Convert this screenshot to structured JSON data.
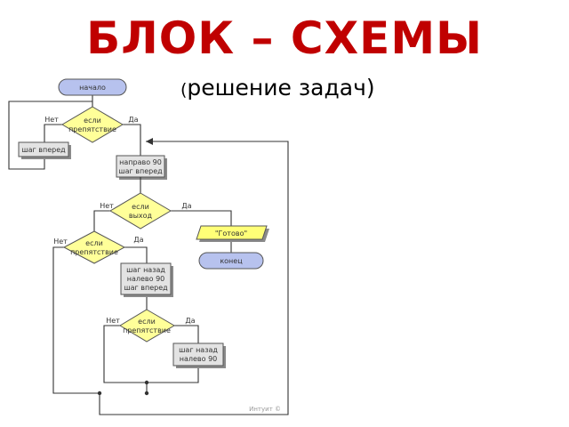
{
  "slide": {
    "title": "БЛОК – СХЕМЫ",
    "subtitle_open": "(",
    "subtitle_text": "решение задач)"
  },
  "flowchart": {
    "start": "начало",
    "decision1": [
      "если",
      "препятствие"
    ],
    "yes1": "Да",
    "no1": "Нет",
    "step_forward_left": "шаг вперед",
    "turn_right_step": [
      "направо 90",
      "шаг вперед"
    ],
    "decision2": [
      "если",
      "выход"
    ],
    "yes2": "Да",
    "no2": "Нет",
    "output": "\"Готово\"",
    "end": "конец",
    "decision3": [
      "если",
      "препятствие"
    ],
    "yes3": "Да",
    "no3": "Нет",
    "back_left_forward": [
      "шаг назад",
      "налево 90",
      "шаг вперед"
    ],
    "decision4": [
      "если",
      "препятствие"
    ],
    "yes4": "Да",
    "no4": "Нет",
    "back_left": [
      "шаг назад",
      "налево 90"
    ],
    "watermark": "Интуит ©"
  }
}
